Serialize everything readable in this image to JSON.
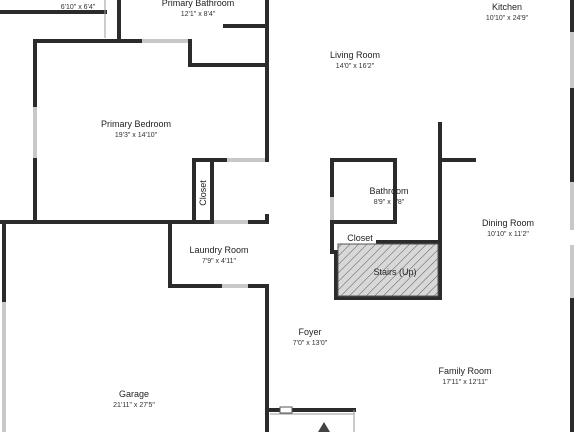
{
  "rooms": {
    "bedroom_2": {
      "dims": "6'10\" x 6'4\""
    },
    "primary_bathroom": {
      "name": "Primary Bathroom",
      "dims": "12'1\" x 8'4\""
    },
    "kitchen": {
      "name": "Kitchen",
      "dims": "10'10\" x 24'9\""
    },
    "living_room": {
      "name": "Living Room",
      "dims": "14'0\" x 16'2\""
    },
    "primary_bedroom": {
      "name": "Primary Bedroom",
      "dims": "19'3\" x 14'10\""
    },
    "bathroom": {
      "name": "Bathroom",
      "dims": "8'9\" x 6'8\""
    },
    "dining_room": {
      "name": "Dining Room",
      "dims": "10'10\" x 11'2\""
    },
    "laundry_room": {
      "name": "Laundry Room",
      "dims": "7'9\" x 4'11\""
    },
    "stairs": {
      "name": "Stairs (Up)"
    },
    "foyer": {
      "name": "Foyer",
      "dims": "7'0\" x 13'0\""
    },
    "family_room": {
      "name": "Family Room",
      "dims": "17'11\" x 12'11\""
    },
    "garage": {
      "name": "Garage",
      "dims": "21'11\" x 27'5\""
    }
  },
  "closets": {
    "bedroom_closet": "Closet",
    "bathroom_closet": "Closet"
  },
  "colors": {
    "wall": "#2b2b2b",
    "window": "#c8c8c8",
    "stairs_fill": "#c9c9c9"
  }
}
